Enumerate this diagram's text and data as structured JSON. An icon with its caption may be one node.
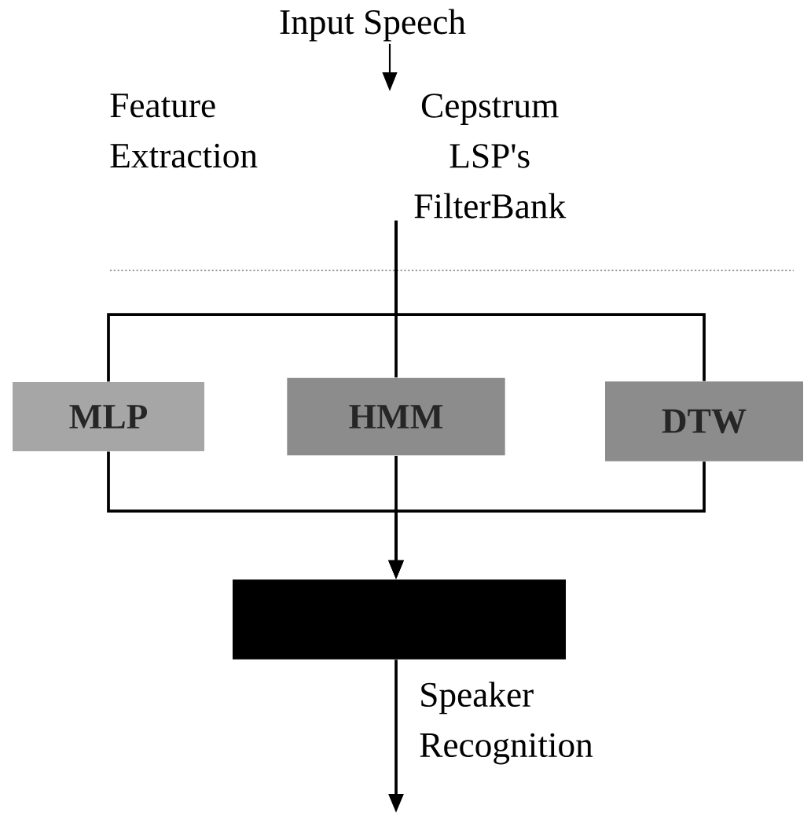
{
  "diagram": {
    "nodes": [
      {
        "text": [
          "Input Speech"
        ]
      },
      {
        "text": [
          "Feature Extraction",
          "Cepstrum LSP's FilterBank"
        ]
      },
      {
        "text": [
          "MLP"
        ]
      },
      {
        "text": [
          "HMM"
        ]
      },
      {
        "text": [
          "DTW"
        ]
      },
      {
        "text": [],
        "shape": "box"
      }
    ],
    "edges": [
      {
        "from": 0,
        "to": 1,
        "arrow": "to"
      },
      {
        "from": 1,
        "to": 2,
        "arrow": "none"
      },
      {
        "from": 1,
        "to": 3,
        "arrow": "none"
      },
      {
        "from": 1,
        "to": 4,
        "arrow": "none"
      },
      {
        "from": 2,
        "to": 5,
        "arrow": "to"
      },
      {
        "from": 3,
        "to": 5,
        "arrow": "to"
      },
      {
        "from": 4,
        "to": 5,
        "arrow": "to"
      },
      {
        "from": 5,
        "to": null,
        "arrow": "to",
        "label": "Speaker Recognition"
      }
    ]
  }
}
